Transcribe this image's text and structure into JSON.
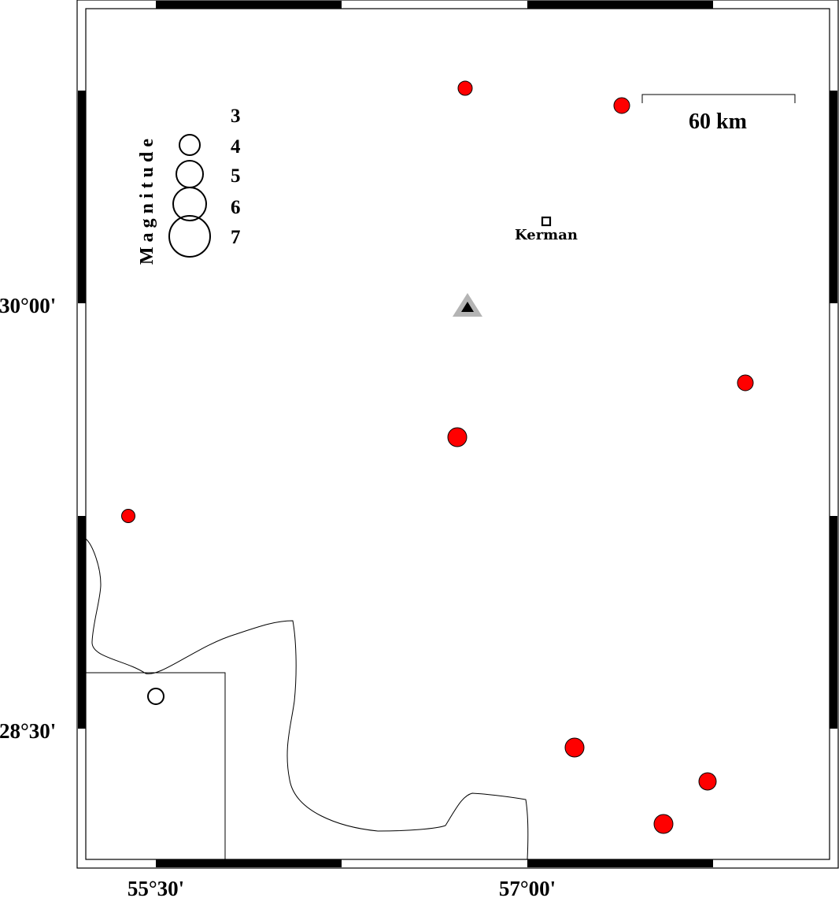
{
  "axes": {
    "y_ticks": [
      {
        "label": "30°00'",
        "value": "30°00'"
      },
      {
        "label": "28°30'",
        "value": "28°30'"
      }
    ],
    "x_ticks": [
      {
        "label": "55°30'",
        "value": "55°30'"
      },
      {
        "label": "57°00'",
        "value": "57°00'"
      }
    ]
  },
  "legend": {
    "title": "Magnitude",
    "items": [
      {
        "label": "3",
        "magnitude": 3
      },
      {
        "label": "4",
        "magnitude": 4
      },
      {
        "label": "5",
        "magnitude": 5
      },
      {
        "label": "6",
        "magnitude": 6
      },
      {
        "label": "7",
        "magnitude": 7
      }
    ]
  },
  "scale_bar": {
    "label": "60 km"
  },
  "city": {
    "name": "Kerman"
  },
  "station": {
    "symbol": "triangle"
  },
  "colors": {
    "event_fill": "#ff0000",
    "frame_black": "#000000",
    "station_halo": "#b4b4b4",
    "station_fill": "#000000"
  }
}
